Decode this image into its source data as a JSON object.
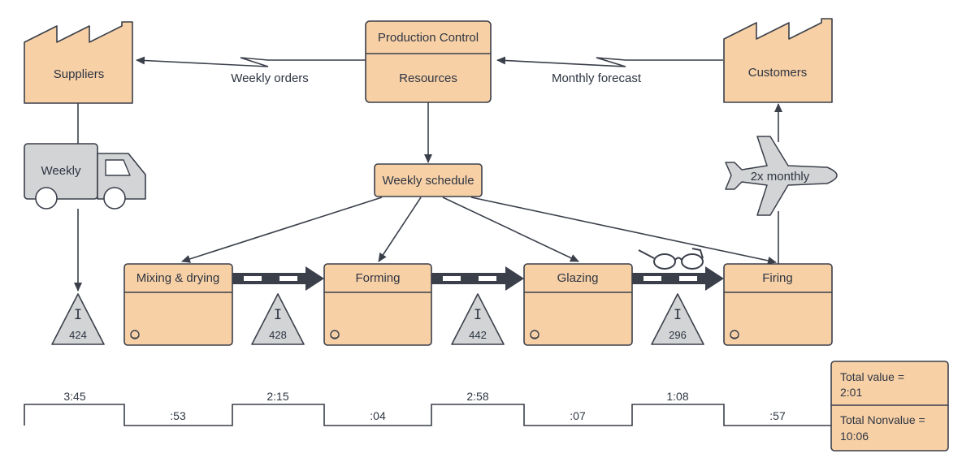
{
  "colors": {
    "box_fill": "#f7d0a6",
    "box_stroke": "#3a3f4a",
    "gray_fill": "#d3d4d6",
    "line": "#3a3f4a"
  },
  "suppliers": {
    "label": "Suppliers",
    "icon": "factory-icon"
  },
  "customers": {
    "label": "Customers",
    "icon": "factory-icon"
  },
  "production_control": {
    "title": "Production Control",
    "subtitle": "Resources"
  },
  "flows": {
    "weekly_orders": "Weekly orders",
    "monthly_forecast": "Monthly forecast"
  },
  "shipping_in": {
    "label": "Weekly",
    "icon": "truck-icon"
  },
  "shipping_out": {
    "label": "2x monthly",
    "icon": "airplane-icon"
  },
  "schedule": {
    "label": "Weekly schedule"
  },
  "processes": [
    {
      "name": "Mixing & drying",
      "icon": "operator-icon"
    },
    {
      "name": "Forming",
      "icon": "operator-icon"
    },
    {
      "name": "Glazing",
      "icon": "operator-icon"
    },
    {
      "name": "Firing",
      "icon": "operator-icon"
    }
  ],
  "push_arrow_icon": "push-arrow-icon",
  "go_see_icon": "glasses-icon",
  "inventory": [
    {
      "symbol": "I",
      "value": "424"
    },
    {
      "symbol": "I",
      "value": "428"
    },
    {
      "symbol": "I",
      "value": "442"
    },
    {
      "symbol": "I",
      "value": "296"
    }
  ],
  "timeline": {
    "value_times": [
      "3:45",
      "2:15",
      "2:58",
      "1:08"
    ],
    "nonvalue_times": [
      ":53",
      ":04",
      ":07",
      ":57"
    ]
  },
  "totals": {
    "value_label": "Total value =",
    "value": "2:01",
    "nonvalue_label": "Total Nonvalue =",
    "nonvalue": "10:06"
  }
}
